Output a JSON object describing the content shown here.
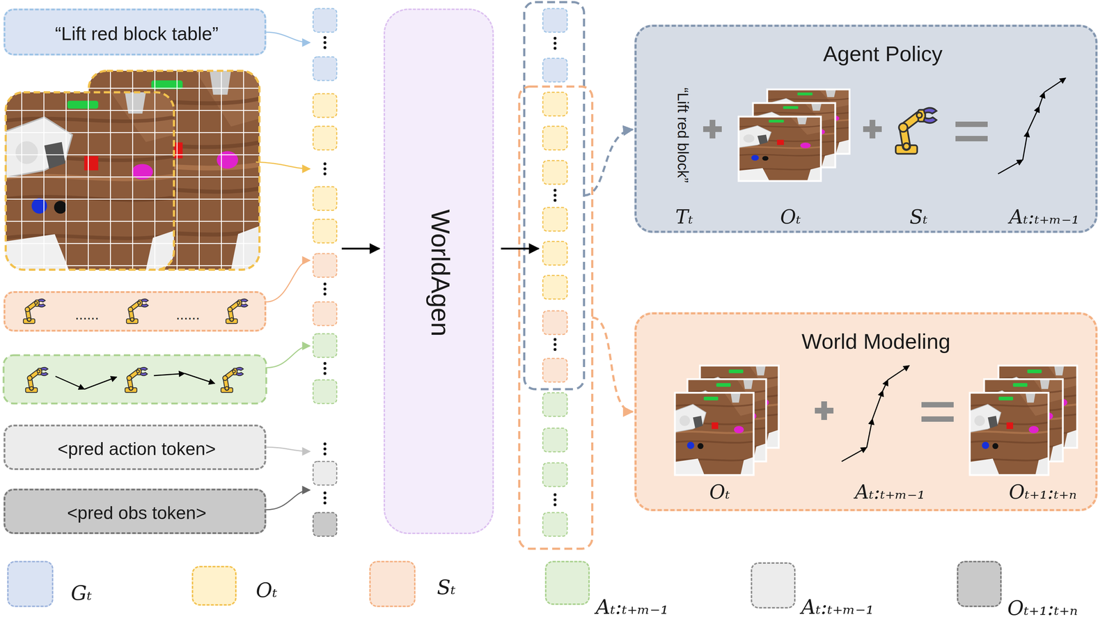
{
  "diagram": {
    "nodes": [
      {
        "text": [
          "“Lift red block table”"
        ]
      },
      {
        "text": [
          "......",
          "......"
        ]
      },
      {
        "text": [
          "<pred action token>"
        ]
      },
      {
        "text": [
          "<pred obs token>"
        ]
      },
      {
        "text": [
          "WorldAgen"
        ]
      },
      {
        "text": [
          "Agent Policy",
          "“Lift red block”",
          "Tₜ",
          "Oₜ",
          "Sₜ",
          "Aₜ:ₜ₊ₘ₋₁"
        ]
      },
      {
        "text": [
          "World Modeling",
          "Oₜ",
          "Aₜ:ₜ₊ₘ₋₁",
          "Oₜ₊₁:ₜ₊ₙ"
        ]
      }
    ],
    "legend": [
      {
        "text": "Gₜ",
        "color": "#dae3f3"
      },
      {
        "text": "Oₜ",
        "color": "#fff2cc"
      },
      {
        "text": "Sₜ",
        "color": "#fbe5d6"
      },
      {
        "text": "Aₜ:ₜ₊ₘ₋₁",
        "color": "#e2f0d9"
      },
      {
        "text": "Aₜ:ₜ₊ₘ₋₁",
        "color": "#ececec"
      },
      {
        "text": "Oₜ₊₁:ₜ₊ₙ",
        "color": "#c9c9c9"
      }
    ]
  }
}
